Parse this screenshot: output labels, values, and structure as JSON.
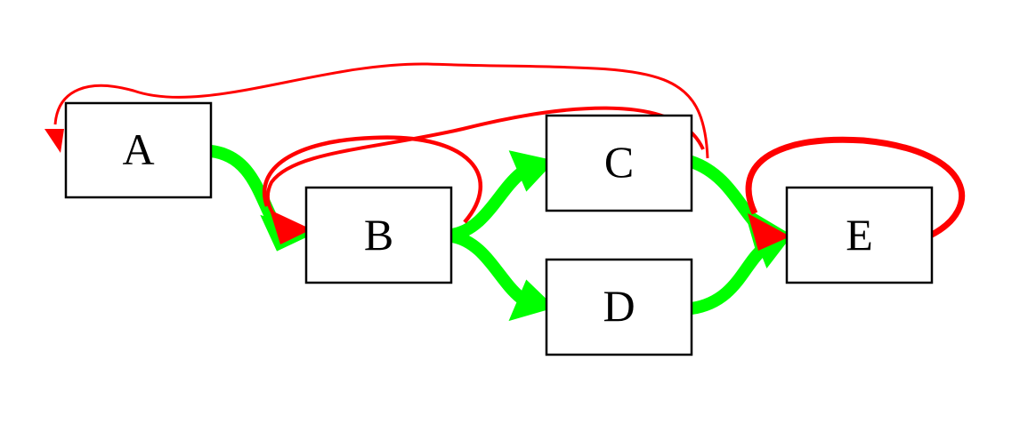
{
  "nodes": [
    {
      "id": "A",
      "label": "A"
    },
    {
      "id": "B",
      "label": "B"
    },
    {
      "id": "C",
      "label": "C"
    },
    {
      "id": "D",
      "label": "D"
    },
    {
      "id": "E",
      "label": "E"
    }
  ],
  "edges": [
    {
      "from": "A",
      "to": "B",
      "kind": "forward"
    },
    {
      "from": "B",
      "to": "C",
      "kind": "forward"
    },
    {
      "from": "B",
      "to": "D",
      "kind": "forward"
    },
    {
      "from": "C",
      "to": "E",
      "kind": "forward"
    },
    {
      "from": "D",
      "to": "E",
      "kind": "forward"
    },
    {
      "from": "B",
      "to": "B",
      "kind": "back"
    },
    {
      "from": "C",
      "to": "B",
      "kind": "back"
    },
    {
      "from": "C",
      "to": "A",
      "kind": "back"
    },
    {
      "from": "E",
      "to": "E",
      "kind": "back"
    }
  ],
  "colors": {
    "forward_edge": "#00ff00",
    "back_edge": "#ff0000",
    "node_border": "#000000"
  }
}
